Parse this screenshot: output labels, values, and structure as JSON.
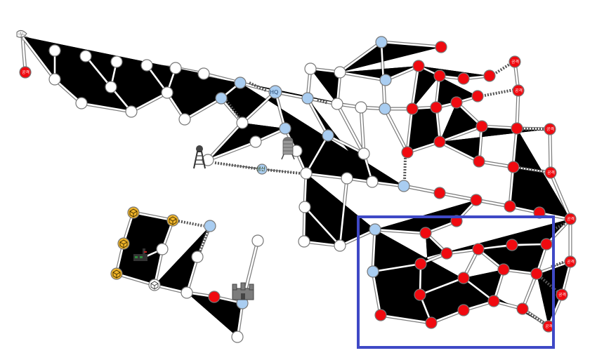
{
  "map": {
    "hq_label": "HQ",
    "yellow_node_label": "생산",
    "red_node_label": "공격"
  },
  "colors": {
    "player": "#a9cdf1",
    "enemy": "#f00a10",
    "neutral": "#ffffff",
    "resource": "#f0b429",
    "selection": "#3f49c6"
  },
  "icons": [
    "satellite-dish-icon",
    "coal-tower-icon",
    "silo-icon",
    "factory-icon",
    "fortress-icon",
    "resource-crate-icon"
  ]
}
